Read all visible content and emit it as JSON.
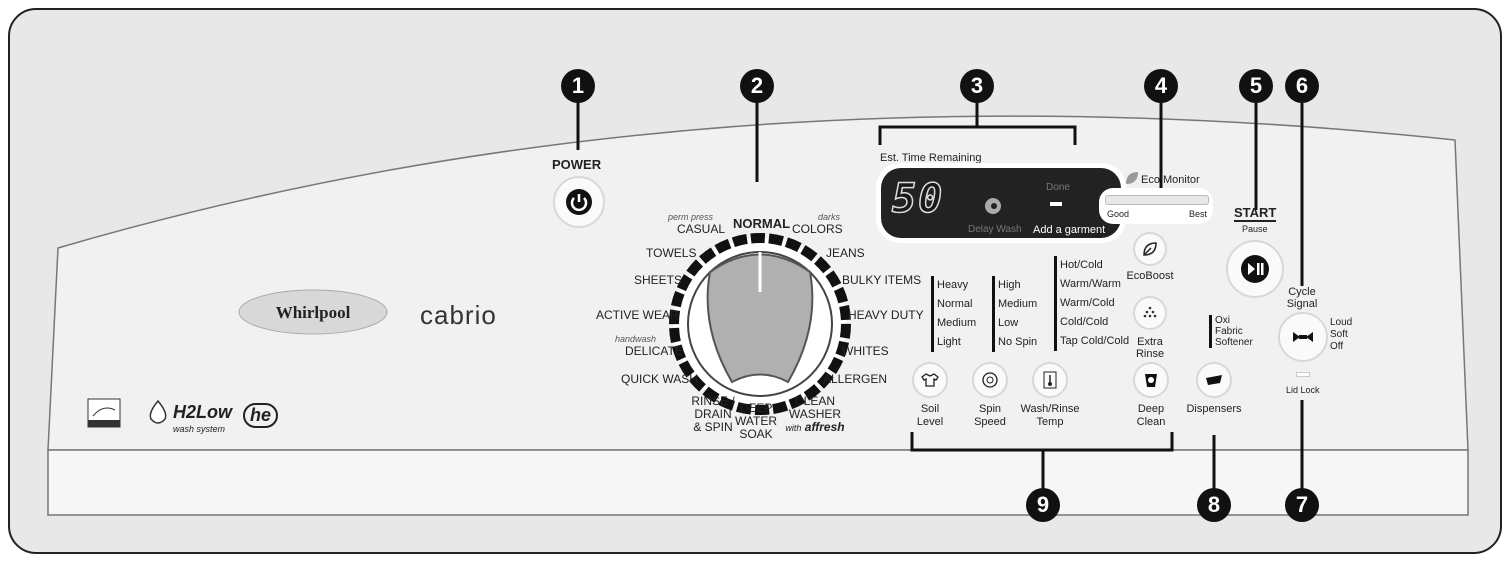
{
  "callouts": [
    "1",
    "2",
    "3",
    "4",
    "5",
    "6",
    "7",
    "8",
    "9"
  ],
  "power": {
    "label": "POWER"
  },
  "brand": {
    "whirlpool": "Whirlpool",
    "cabrio": "cabrio",
    "h2low": "H2Low",
    "h2low_sub": "wash system",
    "he": "he"
  },
  "dial": {
    "normal": "NORMAL",
    "casual_small": "perm press",
    "casual": "CASUAL",
    "colors_small": "darks",
    "colors": "COLORS",
    "towels": "TOWELS",
    "jeans": "JEANS",
    "sheets": "SHEETS",
    "bulky": "BULKY ITEMS",
    "active": "ACTIVE WEAR",
    "heavy_duty": "HEAVY DUTY",
    "delicate_small": "handwash",
    "delicate": "DELICATE",
    "whites": "WHITES",
    "quick": "QUICK WASH",
    "allergen": "ALLERGEN",
    "rinse1": "RINSE /",
    "rinse2": "DRAIN",
    "rinse3": "& SPIN",
    "deep1": "DEEP",
    "deep2": "WATER",
    "deep3": "SOAK",
    "clean1": "CLEAN",
    "clean2": "WASHER",
    "clean3_with": "with",
    "clean3_brand": "affresh"
  },
  "display": {
    "est_time": "Est. Time Remaining",
    "digits": "50",
    "delay_wash": "Delay Wash",
    "done": "Done",
    "add_garment": "Add a garment"
  },
  "eco": {
    "title": "Eco Monitor",
    "good": "Good",
    "best": "Best",
    "ecoboost": "EcoBoost",
    "extra_rinse1": "Extra",
    "extra_rinse2": "Rinse"
  },
  "start": {
    "label": "START",
    "sub": "Pause"
  },
  "cycle_signal": {
    "title1": "Cycle",
    "title2": "Signal",
    "options": [
      "Loud",
      "Soft",
      "Off"
    ]
  },
  "lid_lock": "Lid Lock",
  "soil": {
    "options": [
      "Heavy",
      "Normal",
      "Medium",
      "Light"
    ],
    "label1": "Soil",
    "label2": "Level"
  },
  "spin": {
    "options": [
      "High",
      "Medium",
      "Low",
      "No Spin"
    ],
    "label1": "Spin",
    "label2": "Speed"
  },
  "temp": {
    "options": [
      "Hot/Cold",
      "Warm/Warm",
      "Warm/Cold",
      "Cold/Cold",
      "Tap Cold/Cold"
    ],
    "label1": "Wash/Rinse",
    "label2": "Temp"
  },
  "deep_clean": {
    "label1": "Deep",
    "label2": "Clean"
  },
  "dispensers": {
    "options": [
      "Oxi",
      "Fabric",
      "Softener"
    ],
    "label": "Dispensers"
  }
}
